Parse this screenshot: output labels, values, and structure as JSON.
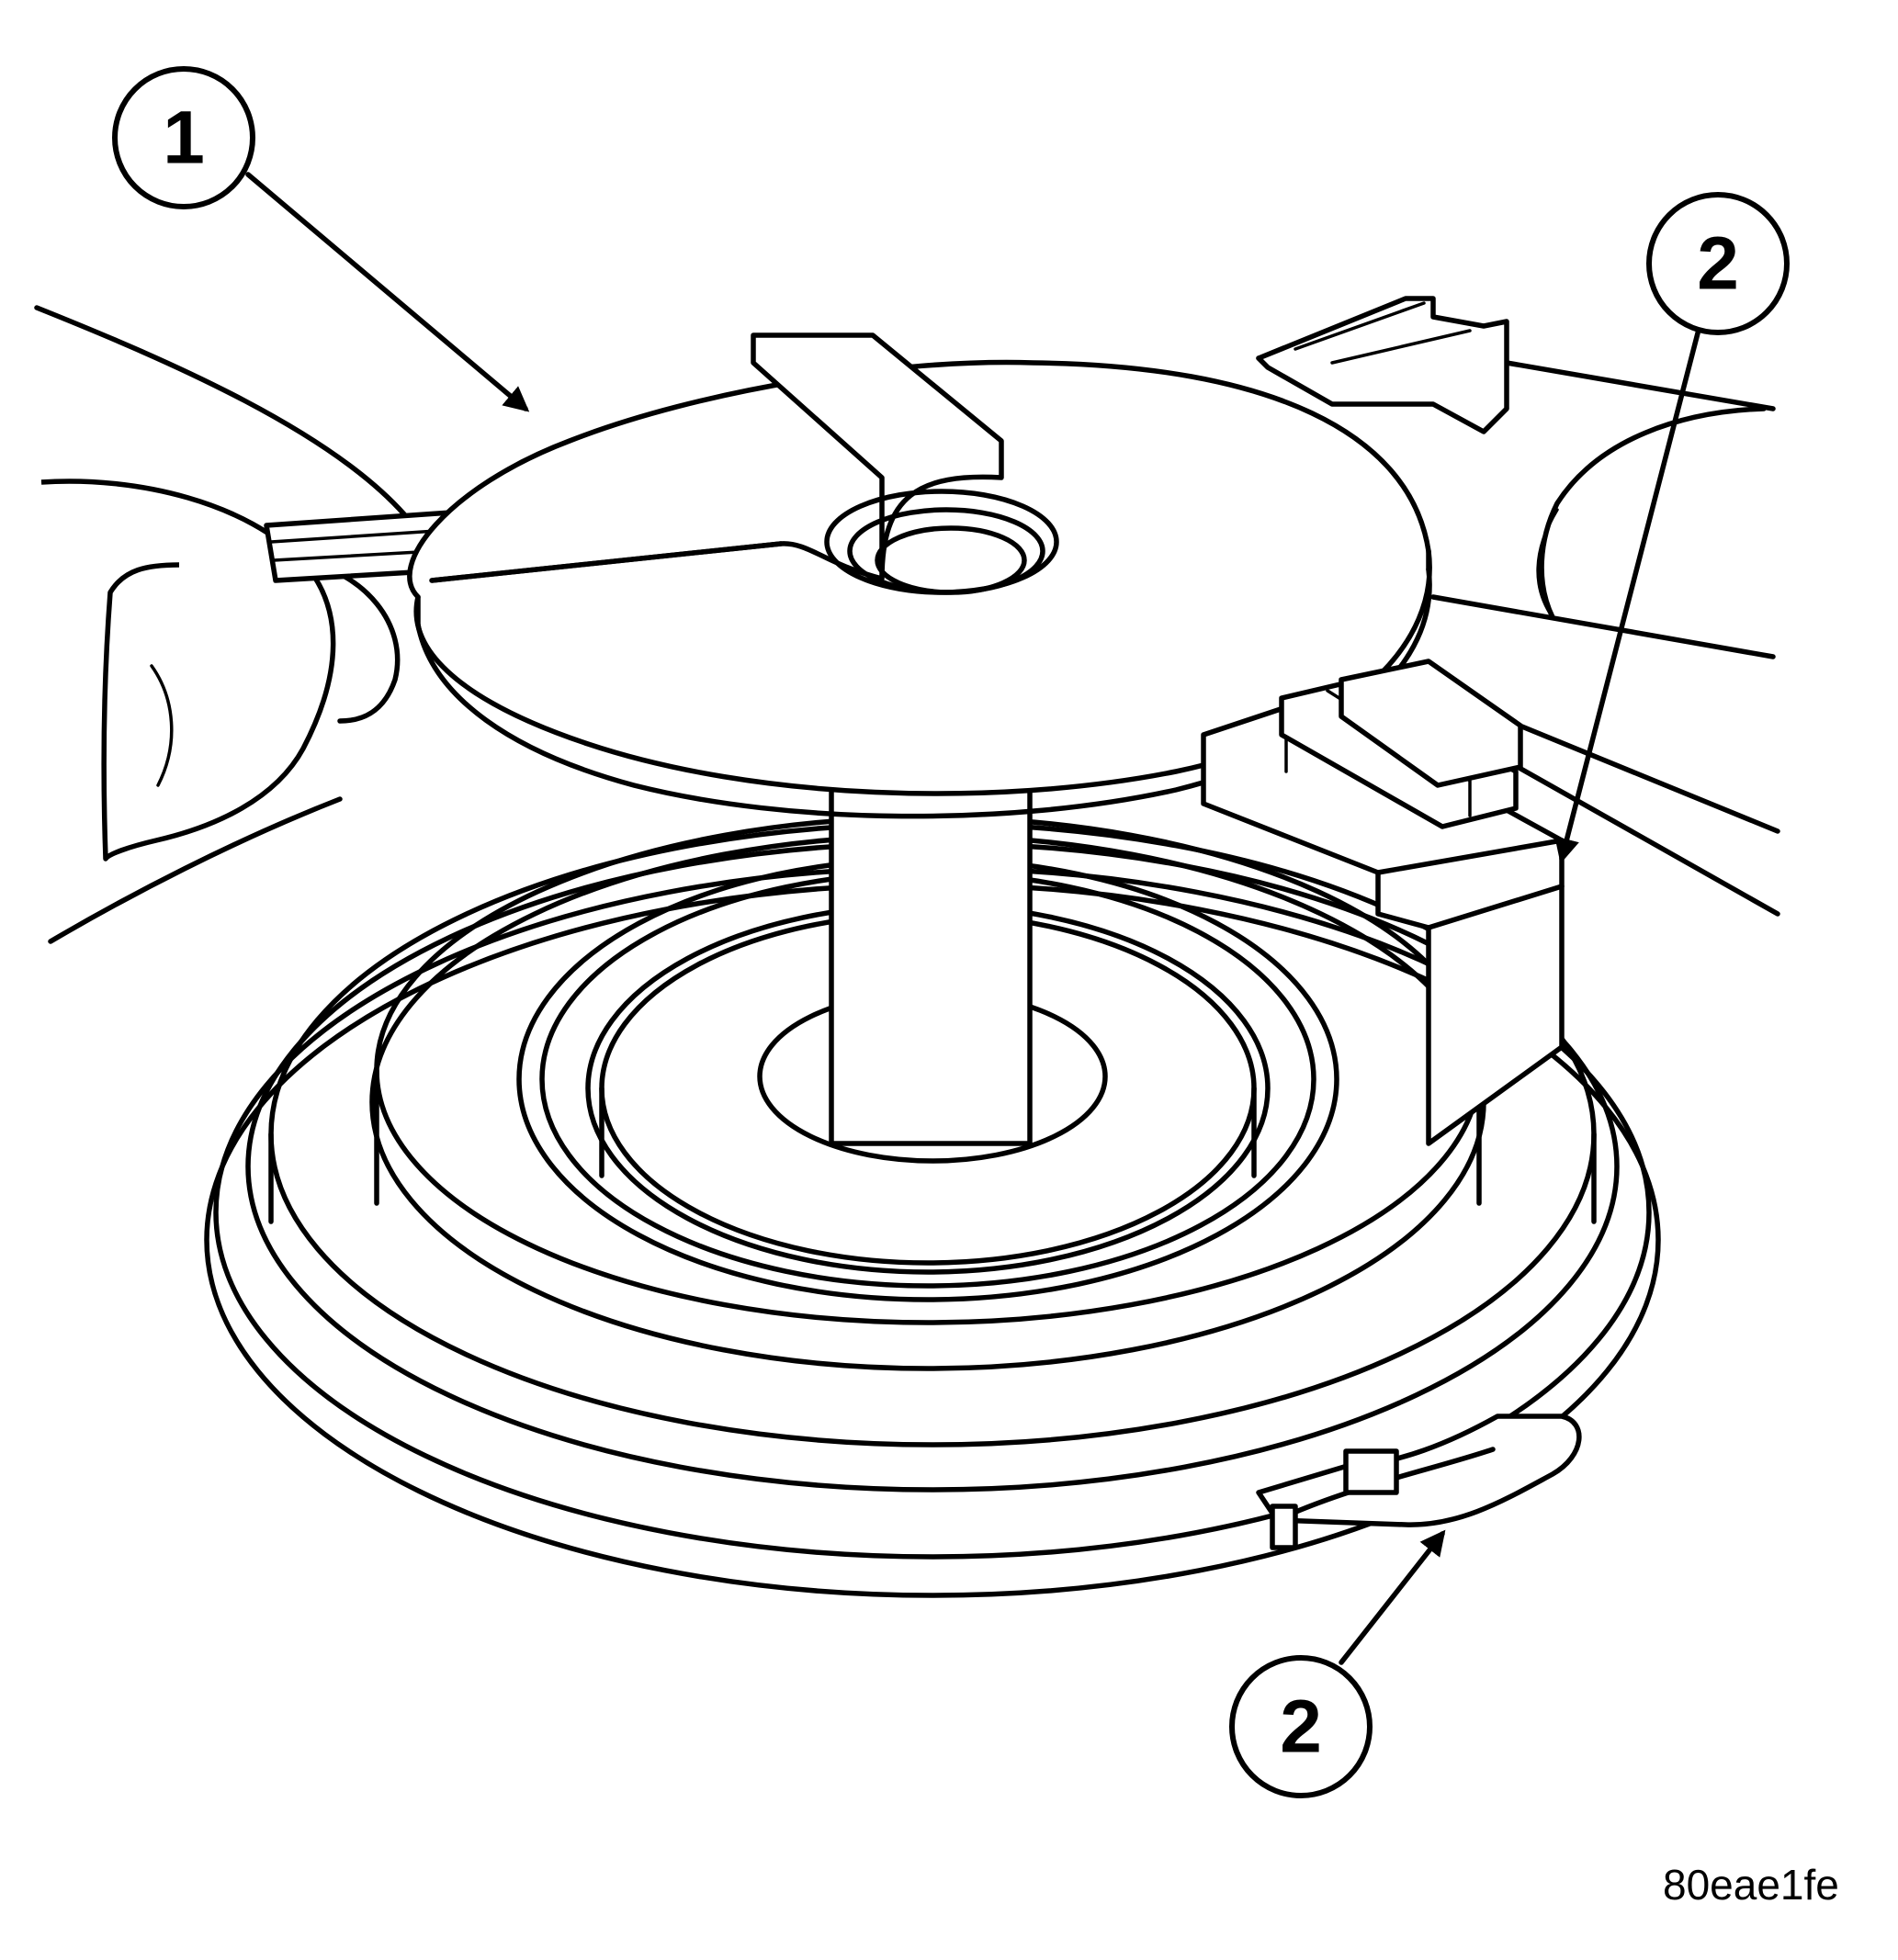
{
  "callouts": {
    "c1": "1",
    "c2_upper": "2",
    "c2_lower": "2"
  },
  "figure_id": "80eae1fe"
}
